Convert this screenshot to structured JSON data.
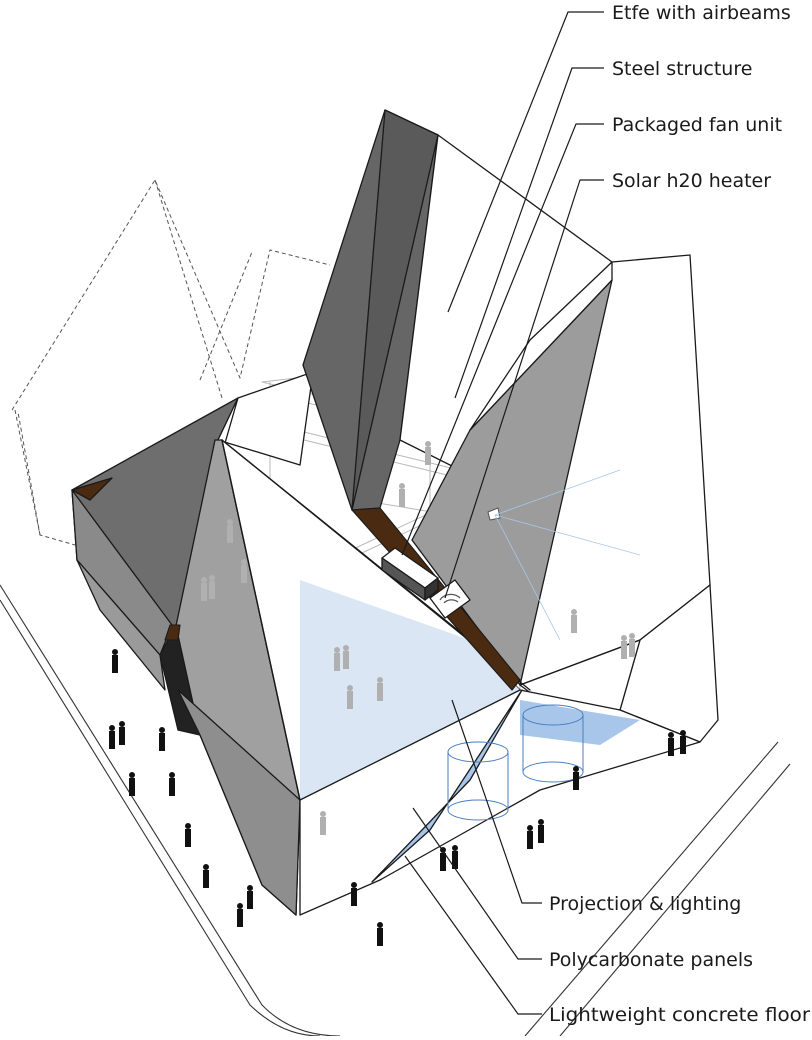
{
  "diagram": {
    "labels": {
      "etfe": "Etfe with airbeams",
      "steel": "Steel structure",
      "fan": "Packaged fan unit",
      "solar": "Solar h20 heater",
      "projection": "Projection & lighting",
      "polycarbonate": "Polycarbonate panels",
      "floor": "Lightweight concrete floor"
    },
    "colors": {
      "dark_gray": "#666666",
      "mid_gray": "#8c8c8c",
      "light_gray": "#b4b4b4",
      "blue_tint": "#dbe6f4",
      "blue_glass": "#a8c6ea",
      "brown": "#4a2a10",
      "line": "#1a1a1a"
    }
  }
}
